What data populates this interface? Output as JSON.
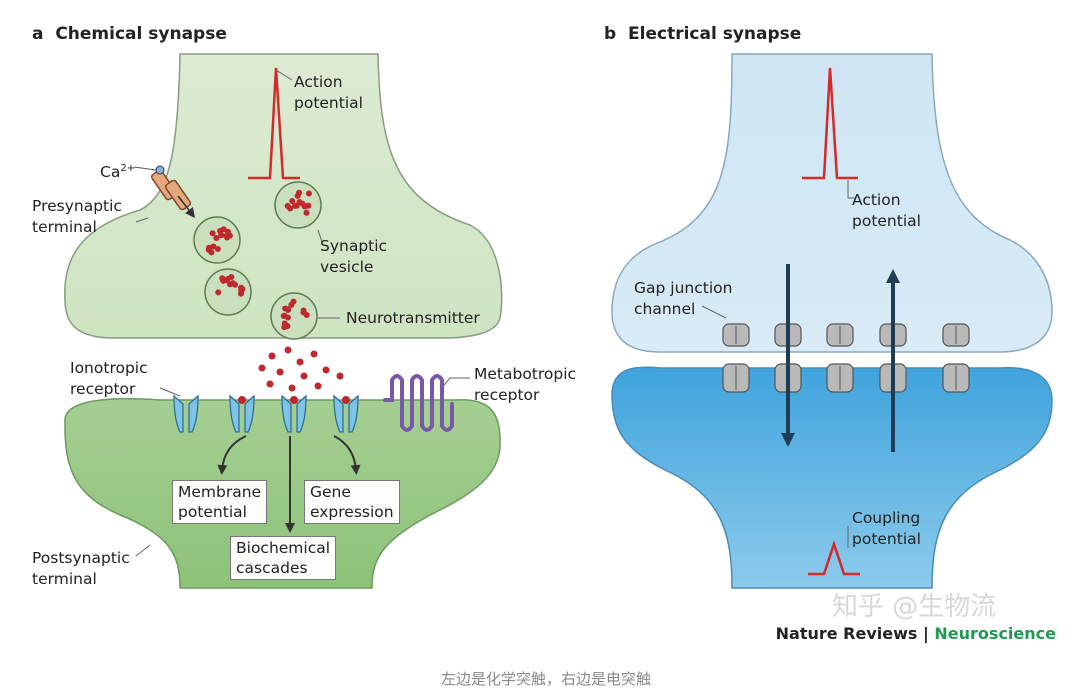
{
  "panel_a": {
    "letter": "a",
    "title": "Chemical synapse",
    "labels": {
      "ca": "Ca",
      "ca_superscript": "2+",
      "action_potential_1": "Action",
      "action_potential_2": "potential",
      "presynaptic_1": "Presynaptic",
      "presynaptic_2": "terminal",
      "synaptic_vesicle_1": "Synaptic",
      "synaptic_vesicle_2": "vesicle",
      "neurotransmitter": "Neurotransmitter",
      "ionotropic_1": "Ionotropic",
      "ionotropic_2": "receptor",
      "metabotropic_1": "Metabotropic",
      "metabotropic_2": "receptor",
      "membrane_potential_1": "Membrane",
      "membrane_potential_2": "potential",
      "gene_expression_1": "Gene",
      "gene_expression_2": "expression",
      "biochemical_1": "Biochemical",
      "biochemical_2": "cascades",
      "postsynaptic_1": "Postsynaptic",
      "postsynaptic_2": "terminal"
    }
  },
  "panel_b": {
    "letter": "b",
    "title": "Electrical synapse",
    "labels": {
      "action_potential_1": "Action",
      "action_potential_2": "potential",
      "gap_junction_1": "Gap junction",
      "gap_junction_2": "channel",
      "coupling_1": "Coupling",
      "coupling_2": "potential"
    }
  },
  "credit": {
    "journal": "Nature Reviews",
    "separator": " | ",
    "section": "Neuroscience"
  },
  "watermark": "知乎 @生物流",
  "caption": "左边是化学突触，右边是电突触",
  "colors": {
    "chem_terminal": "#d9ead0",
    "chem_post": "#8dc27a",
    "elec_terminal": "#cfe6f4",
    "elec_post": "#5eb2e0",
    "spike": "#d42a2a",
    "receptor": "#7fc3e6",
    "metabotropic": "#7a58a8",
    "neuroscience": "#1f9a52"
  }
}
